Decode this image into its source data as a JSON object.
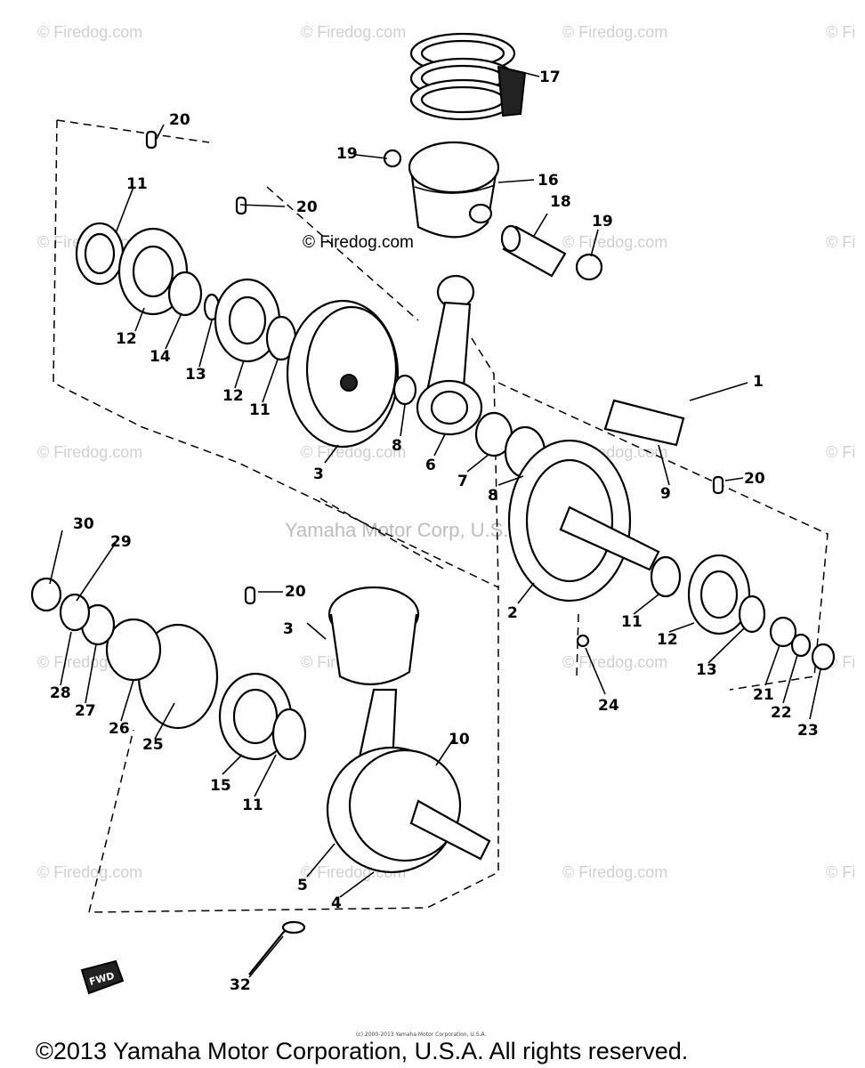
{
  "watermarks": {
    "brand": "© Firedog.com",
    "brand_cut": "© Fi",
    "center": "Yamaha Motor Corp, U.S.A."
  },
  "tiny_copyright": "(c) 2000-2013 Yamaha Motor Corporation, U.S.A.",
  "footer_copyright": "©2013 Yamaha Motor Corporation, U.S.A. All rights reserved.",
  "fwd_marker": "FWD",
  "callouts": {
    "c1": "1",
    "c2": "2",
    "c3a": "3",
    "c3b": "3",
    "c4": "4",
    "c5": "5",
    "c6": "6",
    "c7": "7",
    "c8a": "8",
    "c8b": "8",
    "c9": "9",
    "c10": "10",
    "c11a": "11",
    "c11b": "11",
    "c11c": "11",
    "c11d": "11",
    "c12a": "12",
    "c12b": "12",
    "c12c": "12",
    "c13a": "13",
    "c13b": "13",
    "c14": "14",
    "c15": "15",
    "c16": "16",
    "c17": "17",
    "c18": "18",
    "c19a": "19",
    "c19b": "19",
    "c20a": "20",
    "c20b": "20",
    "c20c": "20",
    "c20d": "20",
    "c21": "21",
    "c22": "22",
    "c23": "23",
    "c24": "24",
    "c25": "25",
    "c26": "26",
    "c27": "27",
    "c28": "28",
    "c29": "29",
    "c30": "30",
    "c32": "32"
  }
}
